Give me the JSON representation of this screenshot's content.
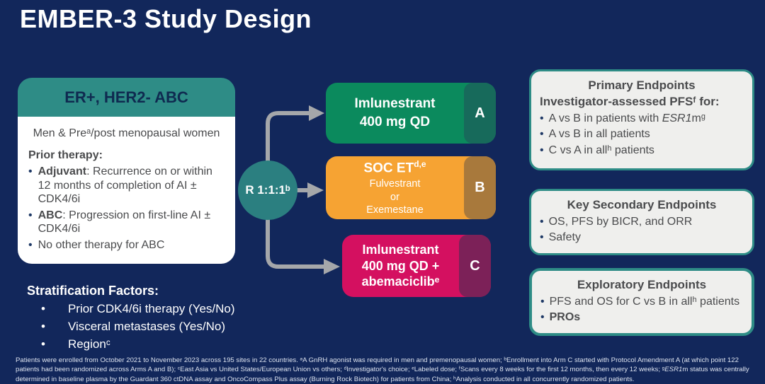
{
  "title": "EMBER-3 Study Design",
  "colors": {
    "navy": "#12275B",
    "teal": "#2E8C86",
    "circle": "#2B7F80",
    "green": "#0B8A5D",
    "green-dark": "#176A5B",
    "orange": "#F6A333",
    "orange-dark": "#A8793C",
    "magenta": "#D41060",
    "magenta-dark": "#7C2158",
    "arrow": "#A5A7AA",
    "card": "#EFEFED",
    "ink": "#4A4B4D",
    "bullet": "#1F3966",
    "header-ink": "#0F2A50"
  },
  "population": {
    "header": "ER+, HER2- ABC",
    "intro": "Men & Preᵃ/post menopausal women",
    "prior_label": "Prior therapy:",
    "bullets": [
      {
        "bold": "Adjuvant",
        "rest": ": Recurrence on or within 12 months of completion of AI ± CDK4/6i"
      },
      {
        "bold": "ABC",
        "rest": ": Progression on first-line AI ± CDK4/6i"
      },
      {
        "bold": "",
        "rest": "No other therapy for ABC"
      }
    ]
  },
  "stratification": {
    "label": "Stratification Factors:",
    "items": [
      "Prior CDK4/6i therapy (Yes/No)",
      "Visceral metastases (Yes/No)",
      "Regionᶜ"
    ]
  },
  "randomization": {
    "label": "R 1:1:1ᵇ"
  },
  "arms": {
    "A": {
      "letter": "A",
      "lines": [
        "Imlunestrant",
        "400 mg QD"
      ]
    },
    "B": {
      "letter": "B",
      "title": "SOC ET",
      "title_sup": "d,e",
      "lines": [
        "Fulvestrant",
        "or",
        "Exemestane"
      ]
    },
    "C": {
      "letter": "C",
      "lines": [
        "Imlunestrant",
        "400 mg QD +",
        "abemaciclibᵉ"
      ]
    }
  },
  "endpoints": {
    "primary": {
      "title": "Primary Endpoints",
      "subtitle": "Investigator-assessed PFSᶠ for:",
      "bullets": [
        {
          "pre": "A vs B in patients with ",
          "italic": "ESR1",
          "post": "mᵍ"
        },
        {
          "pre": "A vs B in all patients",
          "italic": "",
          "post": ""
        },
        {
          "pre": "C vs A in allʰ patients",
          "italic": "",
          "post": ""
        }
      ]
    },
    "secondary": {
      "title": "Key Secondary Endpoints",
      "bullets": [
        "OS, PFS by BICR, and ORR",
        "Safety"
      ]
    },
    "exploratory": {
      "title": "Exploratory Endpoints",
      "bullets": [
        "PFS and OS for C vs B in allʰ patients",
        "PROs"
      ]
    }
  },
  "footnote": {
    "seg1": "Patients were enrolled from October 2021 to November 2023 across 195 sites in 22 countries. ᵃA GnRH agonist was required in men and premenopausal women; ᵇEnrollment into Arm C started with Protocol Amendment A (at which point 122 patients had been randomized across Arms A and B); ᶜEast Asia vs United States/European Union vs others; ᵈInvestigator's choice; ᵉLabeled dose; ᶠScans every 8 weeks for the first 12 months, then every 12 weeks; ᵍ",
    "italic": "ESR1",
    "seg2": "m status was centrally determined in baseline plasma by the Guardant 360 ctDNA assay and OncoCompass Plus assay (Burning Rock Biotech) for patients from China; ʰAnalysis conducted in all concurrently randomized patients."
  }
}
